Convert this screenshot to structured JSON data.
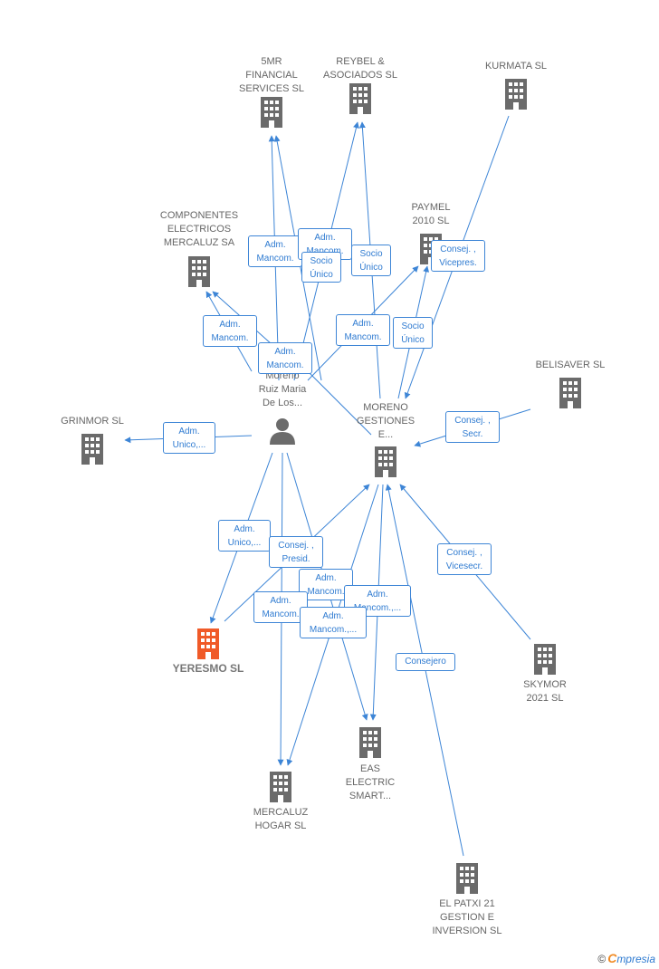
{
  "colors": {
    "edge": "#3d85d6",
    "building": "#6b6b6b",
    "highlight": "#f05a28",
    "person": "#6b6b6b"
  },
  "nodes": {
    "mr5": {
      "label": "5MR\nFINANCIAL\nSERVICES  SL",
      "icon": "building-icon"
    },
    "reybel": {
      "label": "REYBEL &\nASOCIADOS SL",
      "icon": "building-icon"
    },
    "kurmata": {
      "label": "KURMATA  SL",
      "icon": "building-icon"
    },
    "componentes": {
      "label": "COMPONENTES\nELECTRICOS\nMERCALUZ SA",
      "icon": "building-icon"
    },
    "paymel": {
      "label": "PAYMEL\n2010 SL",
      "icon": "building-icon"
    },
    "belisaver": {
      "label": "BELISAVER  SL",
      "icon": "building-icon"
    },
    "grinmor": {
      "label": "GRINMOR  SL",
      "icon": "building-icon"
    },
    "person": {
      "label": "Moreno\nRuiz Maria\nDe Los...",
      "icon": "person-icon"
    },
    "moreno_gestiones": {
      "label": "MORENO\nGESTIONES\nE...",
      "icon": "building-icon"
    },
    "yeresmo": {
      "label": "YERESMO  SL",
      "icon": "building-icon"
    },
    "skymor": {
      "label": "SKYMOR\n2021  SL",
      "icon": "building-icon"
    },
    "eas": {
      "label": "EAS\nELECTRIC\nSMART...",
      "icon": "building-icon"
    },
    "mercaluz_hogar": {
      "label": "MERCALUZ\nHOGAR SL",
      "icon": "building-icon"
    },
    "elpatxi": {
      "label": "EL PATXI 21\nGESTION E\nINVERSION  SL",
      "icon": "building-icon"
    }
  },
  "relations": [
    {
      "label": "Adm.\nMancom."
    },
    {
      "label": "Adm.\nMancom."
    },
    {
      "label": "Socio\nÚnico"
    },
    {
      "label": "Socio\nÚnico"
    },
    {
      "label": "Consej. ,\nVicepres."
    },
    {
      "label": "Adm.\nMancom."
    },
    {
      "label": "Adm.\nMancom."
    },
    {
      "label": "Adm.\nMancom."
    },
    {
      "label": "Socio\nÚnico"
    },
    {
      "label": "Consej. ,\nSecr."
    },
    {
      "label": "Adm.\nUnico,..."
    },
    {
      "label": "Adm.\nUnico,..."
    },
    {
      "label": "Consej. ,\nPresid."
    },
    {
      "label": "Consej. ,\nVicesecr."
    },
    {
      "label": "Adm.\nMancom."
    },
    {
      "label": "Adm.\nMancom.,..."
    },
    {
      "label": "Adm.\nMancom."
    },
    {
      "label": "Adm.\nMancom.,..."
    },
    {
      "label": "Consejero"
    }
  ],
  "brand": {
    "copyright": "©",
    "initial": "C",
    "name": "mpresia"
  }
}
